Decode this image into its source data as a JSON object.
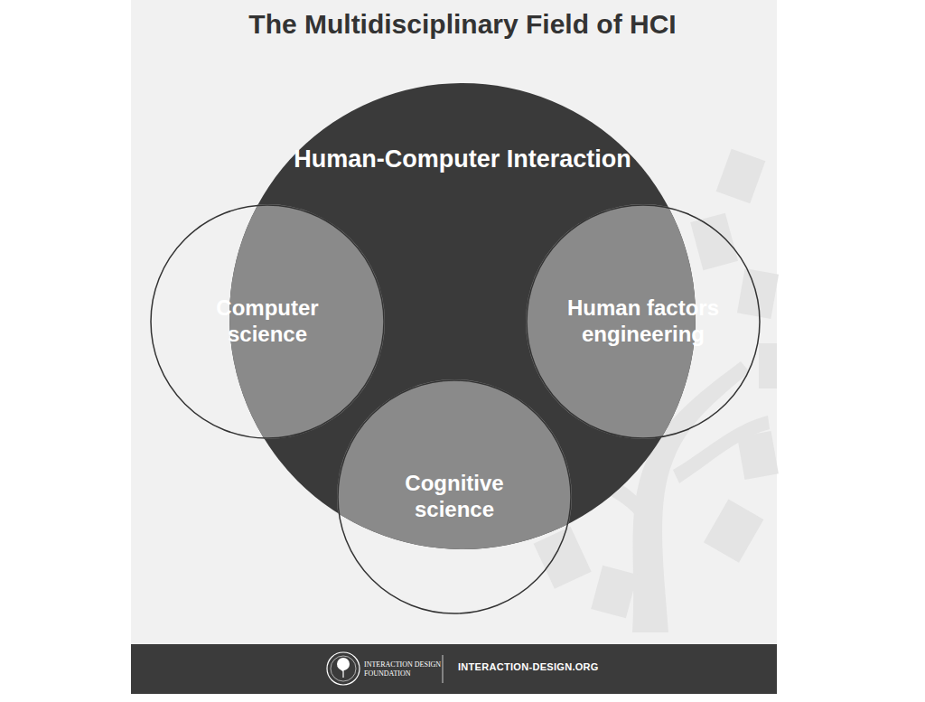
{
  "diagram": {
    "title": "The Multidisciplinary Field of HCI",
    "nodes": [
      {
        "text": [
          "Human-Computer Interaction"
        ]
      },
      {
        "text": [
          "Computer science"
        ]
      },
      {
        "text": [
          "Human factors engineering"
        ]
      },
      {
        "text": [
          "Cognitive science"
        ]
      }
    ],
    "labels": [
      "INTERACTION DESIGN FOUNDATION",
      "INTERACTION-DESIGN.ORG"
    ]
  }
}
